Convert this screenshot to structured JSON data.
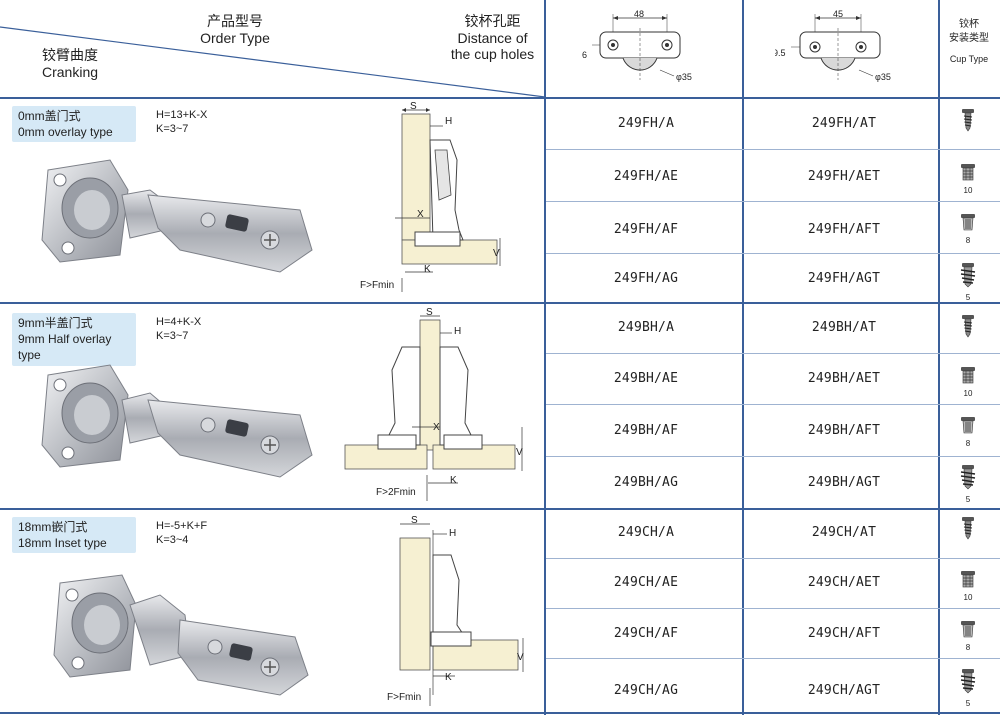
{
  "header": {
    "cranking_cn": "铰臂曲度",
    "cranking_en": "Cranking",
    "order_cn": "产品型号",
    "order_en": "Order Type",
    "distance_cn": "铰杯孔距",
    "distance_en_1": "Distance of",
    "distance_en_2": "the cup holes",
    "cup_a": {
      "width": "48",
      "offset": "6",
      "diameter": "φ35"
    },
    "cup_b": {
      "width": "45",
      "offset": "9.5",
      "diameter": "φ35"
    },
    "cuptype_cn_1": "铰杯",
    "cuptype_cn_2": "安装类型",
    "cuptype_en": "Cup Type"
  },
  "sections": [
    {
      "label_cn": "0mm盖门式",
      "label_en": "0mm overlay type",
      "formula_1": "H=13+K-X",
      "formula_2": "K=3~7",
      "diagram": {
        "s": "S",
        "h": "H",
        "x": "X",
        "v": "V",
        "k": "K",
        "f": "F>Fmin"
      },
      "rows": [
        {
          "code_a": "249FH/A",
          "code_b": "249FH/AT",
          "cup": "screw",
          "cup_num": ""
        },
        {
          "code_a": "249FH/AE",
          "code_b": "249FH/AET",
          "cup": "euro",
          "cup_num": "10"
        },
        {
          "code_a": "249FH/AF",
          "code_b": "249FH/AFT",
          "cup": "dowel",
          "cup_num": "8"
        },
        {
          "code_a": "249FH/AG",
          "code_b": "249FH/AGT",
          "cup": "expand",
          "cup_num": "5"
        }
      ]
    },
    {
      "label_cn": "9mm半盖门式",
      "label_en": "9mm Half overlay type",
      "formula_1": "H=4+K-X",
      "formula_2": "K=3~7",
      "diagram": {
        "s": "S",
        "h": "H",
        "x": "X",
        "v": "V",
        "k": "K",
        "f": "F>2Fmin"
      },
      "rows": [
        {
          "code_a": "249BH/A",
          "code_b": "249BH/AT",
          "cup": "screw",
          "cup_num": ""
        },
        {
          "code_a": "249BH/AE",
          "code_b": "249BH/AET",
          "cup": "euro",
          "cup_num": "10"
        },
        {
          "code_a": "249BH/AF",
          "code_b": "249BH/AFT",
          "cup": "dowel",
          "cup_num": "8"
        },
        {
          "code_a": "249BH/AG",
          "code_b": "249BH/AGT",
          "cup": "expand",
          "cup_num": "5"
        }
      ]
    },
    {
      "label_cn": "18mm嵌门式",
      "label_en": "18mm Inset type",
      "formula_1": "H=-5+K+F",
      "formula_2": "K=3~4",
      "diagram": {
        "s": "S",
        "h": "H",
        "x": "",
        "v": "V",
        "k": "K",
        "f": "F>Fmin"
      },
      "rows": [
        {
          "code_a": "249CH/A",
          "code_b": "249CH/AT",
          "cup": "screw",
          "cup_num": ""
        },
        {
          "code_a": "249CH/AE",
          "code_b": "249CH/AET",
          "cup": "euro",
          "cup_num": "10"
        },
        {
          "code_a": "249CH/AF",
          "code_b": "249CH/AFT",
          "cup": "dowel",
          "cup_num": "8"
        },
        {
          "code_a": "249CH/AG",
          "code_b": "249CH/AGT",
          "cup": "expand",
          "cup_num": "5"
        }
      ]
    }
  ],
  "colors": {
    "grid": "#3a5f9a",
    "label_bg": "#d6e9f6",
    "door": "#f6f0d2",
    "metal": "#b9bcc2"
  }
}
